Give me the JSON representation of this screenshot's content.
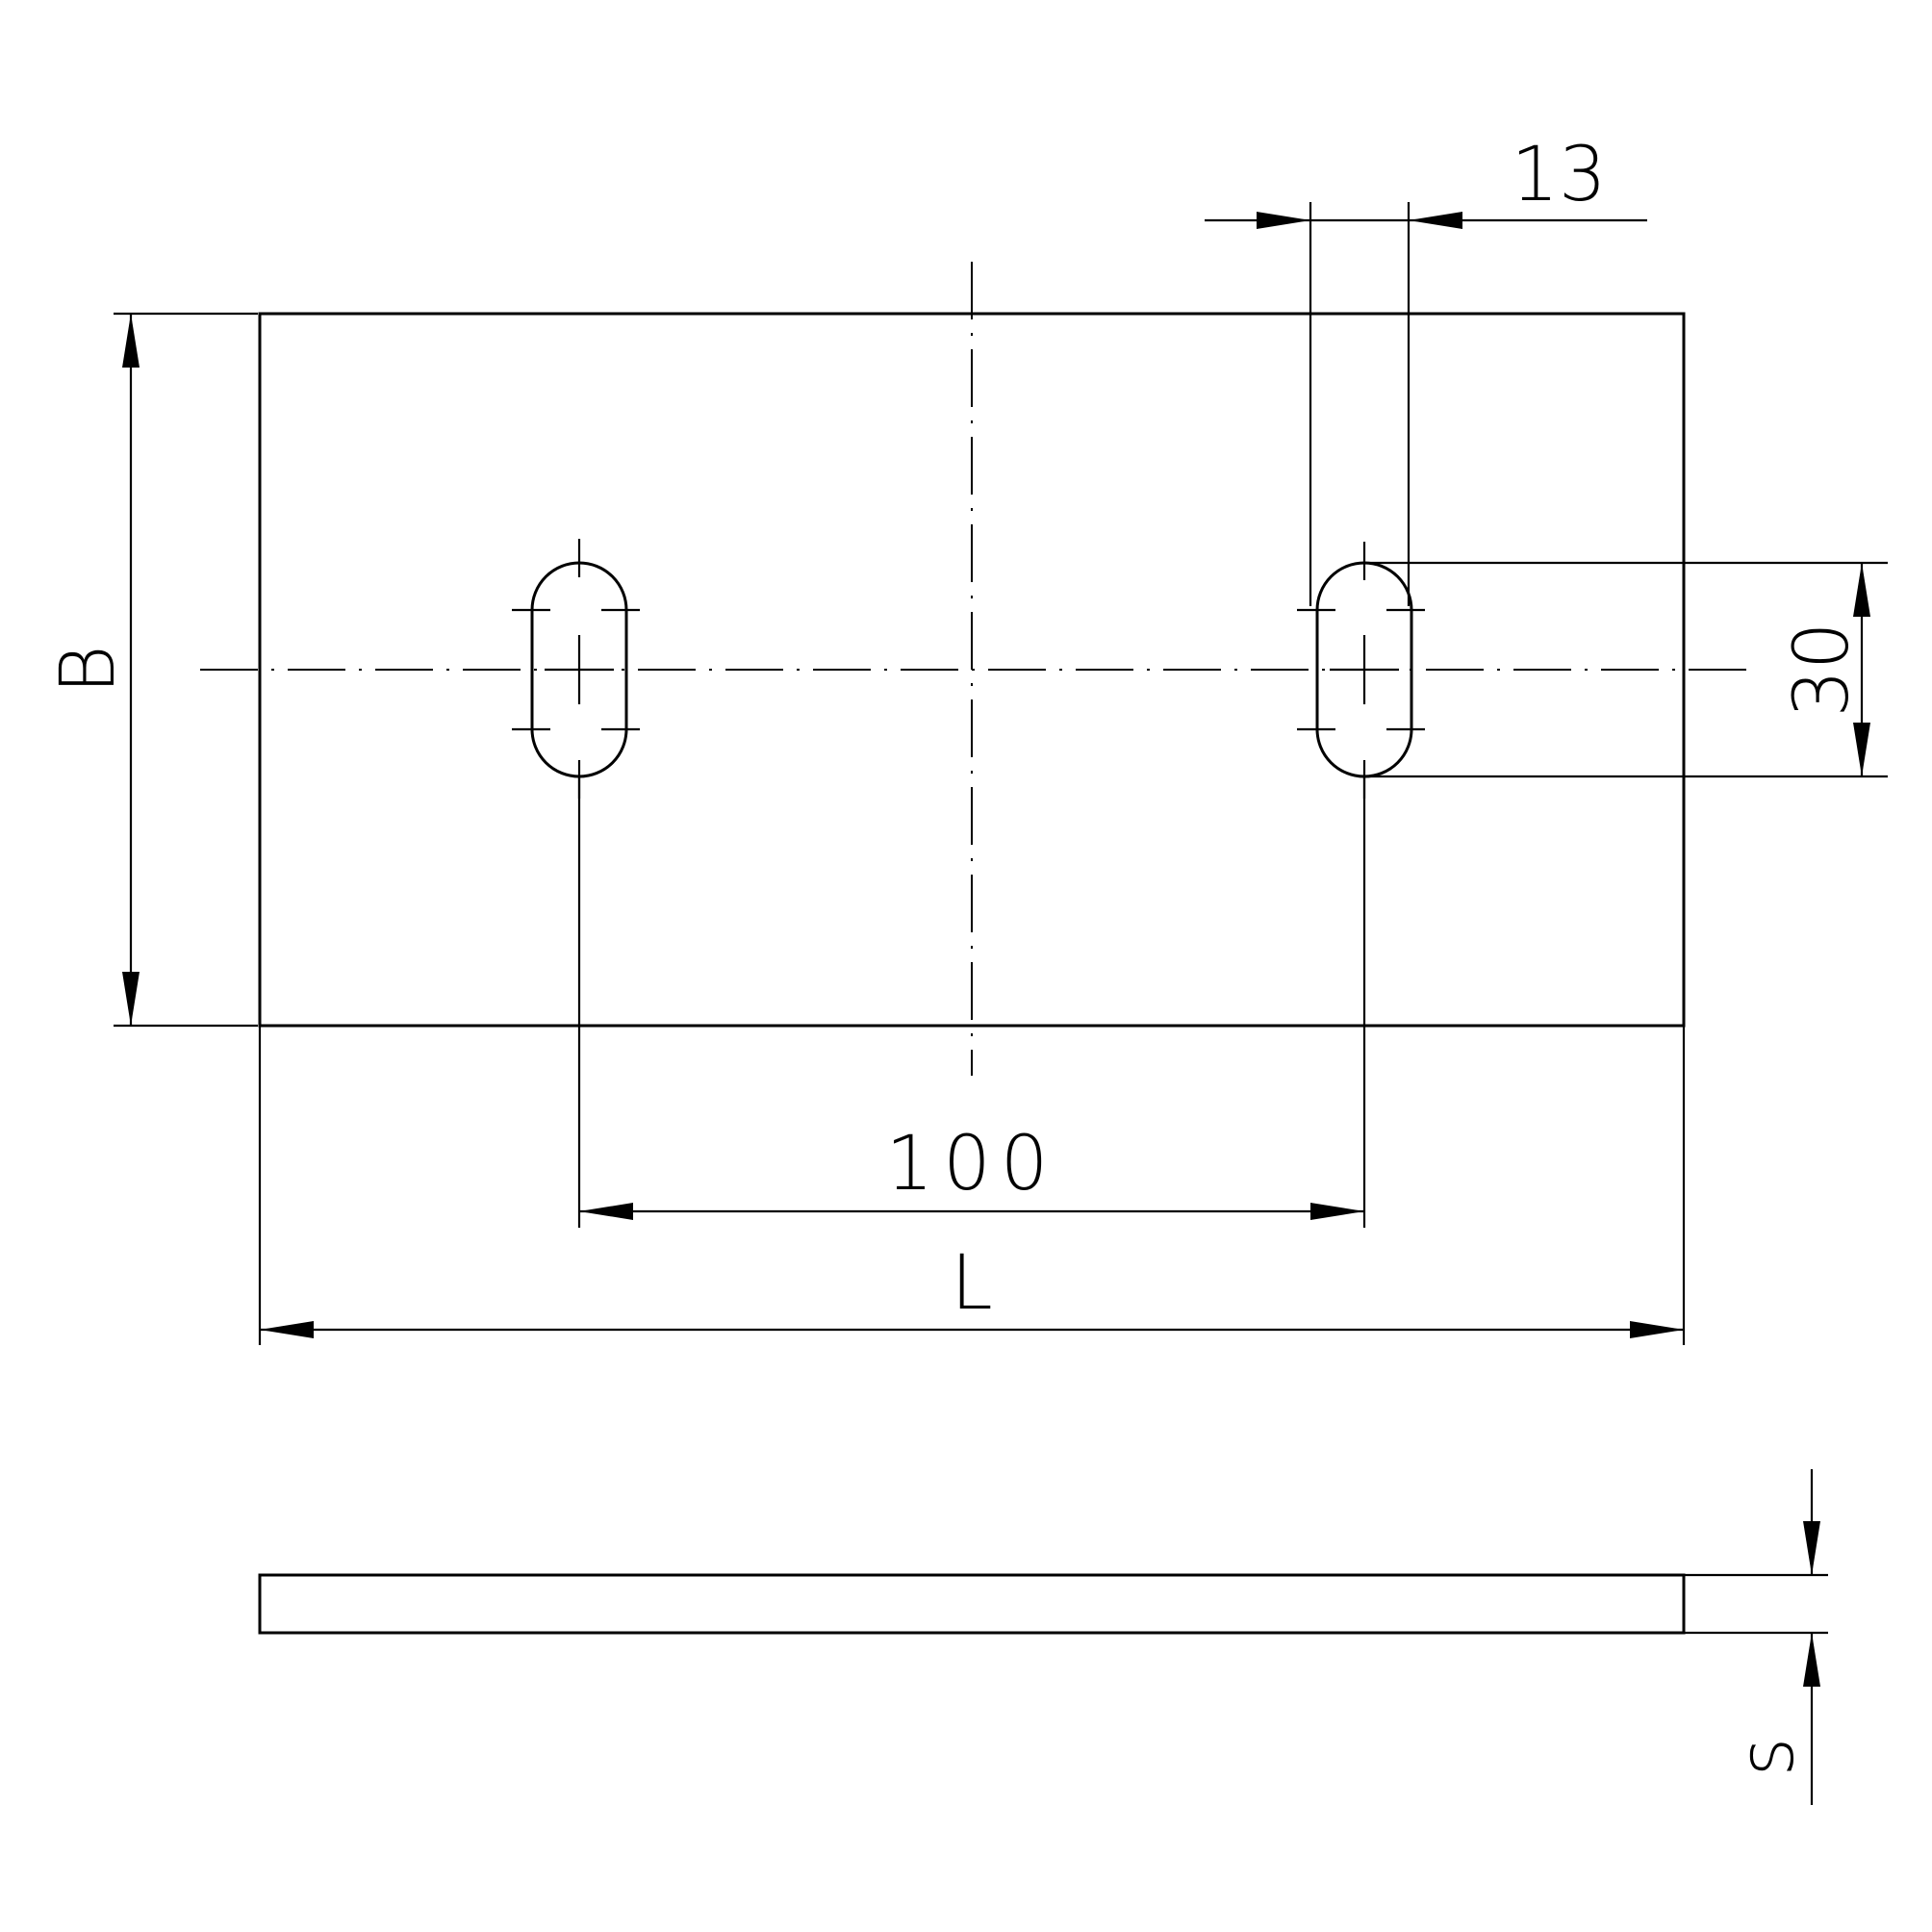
{
  "drawing": {
    "type": "technical-drawing",
    "title": "Flat plate with two slotted holes",
    "views": [
      "top-view",
      "side-view"
    ],
    "dimensions": {
      "slot_width": "13",
      "slot_length": "30",
      "slot_spacing": "100",
      "length": "L",
      "width": "B",
      "thickness": "s"
    },
    "line_color": "#000000",
    "background": "#ffffff"
  }
}
